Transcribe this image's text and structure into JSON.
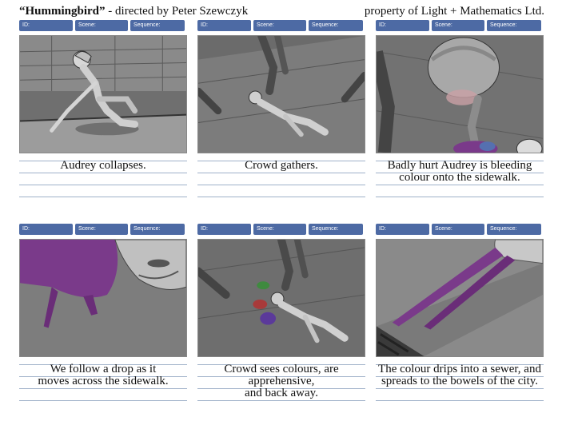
{
  "header": {
    "title_bold": "“Hummingbird”",
    "title_rest": " - directed by Peter Szewczyk",
    "property": "property of Light + Mathematics Ltd."
  },
  "tag_labels": {
    "id": "ID:",
    "scene": "Scene:",
    "sequence": "Sequence:"
  },
  "panels": [
    {
      "caption": "Audrey collapses."
    },
    {
      "caption": "Crowd gathers."
    },
    {
      "caption": "Badly hurt Audrey is bleeding\ncolour onto the sidewalk."
    },
    {
      "caption": "We follow a drop as it\nmoves across the sidewalk."
    },
    {
      "caption": "Crowd sees colours, are apprehensive,\nand back away."
    },
    {
      "caption": "The colour drips into a sewer, and\nspreads to the bowels of the city."
    }
  ],
  "colors": {
    "tag_blue": "#4d6aa4",
    "purple_paint": "#7a3a8a",
    "rule_blue": "#9fb1c9"
  }
}
